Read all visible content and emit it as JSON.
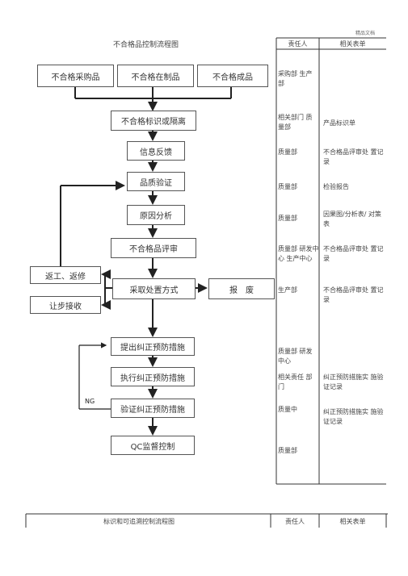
{
  "watermark": "精品文档",
  "flow_title": "不合格品控制流程图",
  "table_header": {
    "responsible": "责任人",
    "forms": "相关表单"
  },
  "flow": {
    "purchase": "不合格采购品",
    "wip": "不合格在制品",
    "finished": "不合格成品",
    "identify": "不合格标识或隔离",
    "feedback": "信息反馈",
    "verify": "品质验证",
    "analysis": "原因分析",
    "review": "不合格品评审",
    "rework": "返工、返修",
    "concession": "让步接收",
    "disposition": "采取处置方式",
    "scrap": "报　废",
    "propose": "提出纠正预防措施",
    "execute": "执行纠正预防措施",
    "check": "验证纠正预防措施",
    "ng": "NG",
    "qc": "QC监督控制"
  },
  "rows": [
    {
      "responsible": "采购部 生产部",
      "form": ""
    },
    {
      "responsible": "相关部门 质量部",
      "form": "产品标识单"
    },
    {
      "responsible": "质量部",
      "form": "不合格品评审处 置记录"
    },
    {
      "responsible": "质量部",
      "form": "检验报告"
    },
    {
      "responsible": "质量部",
      "form": "因果图/分析表/ 对策表"
    },
    {
      "responsible": "质量部 研发中心 生产中心",
      "form": "不合格品评审处 置记录"
    },
    {
      "responsible": "生产部",
      "form": "不合格品评审处 置记录"
    },
    {
      "responsible": "质量部 研发中心",
      "form": ""
    },
    {
      "responsible": "相关责任 部门",
      "form": "纠正预防措施实 施验证记录"
    },
    {
      "responsible": "质量中",
      "form": "纠正预防措施实 施验证记录"
    },
    {
      "responsible": "质量部",
      "form": ""
    }
  ],
  "second": {
    "title": "标识和可追溯控制流程图",
    "responsible": "责任人",
    "forms": "相关表单"
  }
}
